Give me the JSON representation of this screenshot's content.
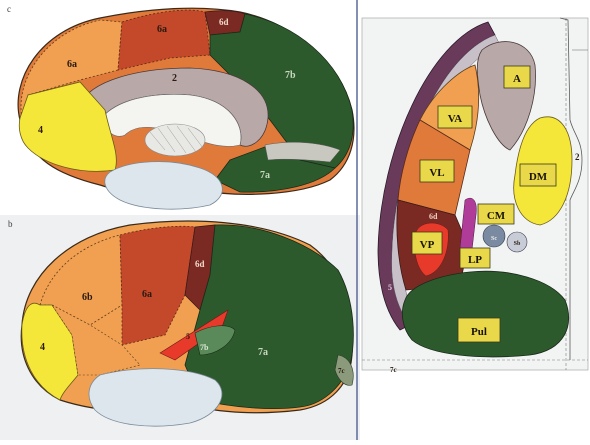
{
  "panels": {
    "top_left_letter": "c",
    "bottom_left_letter": "b"
  },
  "medial_hemisphere": {
    "regions": {
      "r6a": "6a",
      "r6d": "6d",
      "r6b": "6b",
      "r2": "2",
      "r7b": "7b",
      "r4": "4",
      "r7a": "7a"
    }
  },
  "lateral_hemisphere": {
    "regions": {
      "r6b": "6b",
      "r6a": "6a",
      "r6d": "6d",
      "r4": "4",
      "r5": "5",
      "r7b": "7b",
      "r7a": "7a",
      "r7c": "7c"
    }
  },
  "thalamus": {
    "nuclei": {
      "A": "A",
      "VA": "VA",
      "VL": "VL",
      "DM": "DM",
      "d6": "6d",
      "VP": "VP",
      "CM": "CM",
      "LP": "LP",
      "Pul": "Pul",
      "Sc": "Sc",
      "Sb": "Sb",
      "mid2": "2",
      "edge7c": "7c",
      "rim5": "5"
    }
  },
  "colors": {
    "orange_light": "#f0a050",
    "orange_mid": "#e07a3a",
    "red_brown": "#c4482a",
    "maroon": "#7a2a22",
    "dark_green": "#2d5a2d",
    "mauve_gray": "#b8a8a8",
    "yellow": "#f5e63a",
    "light_blue_gray": "#dde6ec",
    "magenta": "#b03c9a"
  }
}
